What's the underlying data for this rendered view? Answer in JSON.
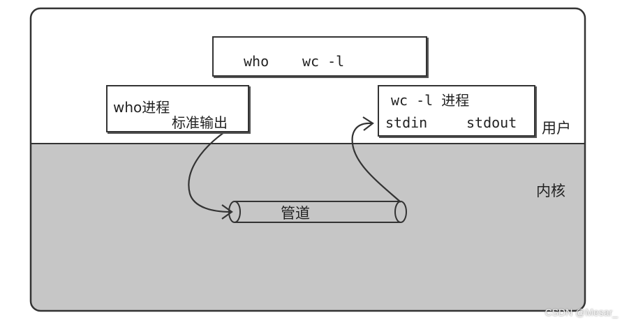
{
  "command": {
    "left": "who",
    "separator": "|",
    "right": "wc -l"
  },
  "who_process": {
    "title": "who进程",
    "stdout_label": "标准输出"
  },
  "wc_process": {
    "title": "wc -l 进程",
    "stdin": "stdin",
    "stdout": "stdout"
  },
  "regions": {
    "user": "用户",
    "kernel": "内核"
  },
  "pipe": {
    "label": "管道"
  },
  "watermark": "CSDN @Mesar_",
  "colors": {
    "kernel_fill": "#c6c6c6",
    "outline": "#333333",
    "background": "#ffffff"
  }
}
